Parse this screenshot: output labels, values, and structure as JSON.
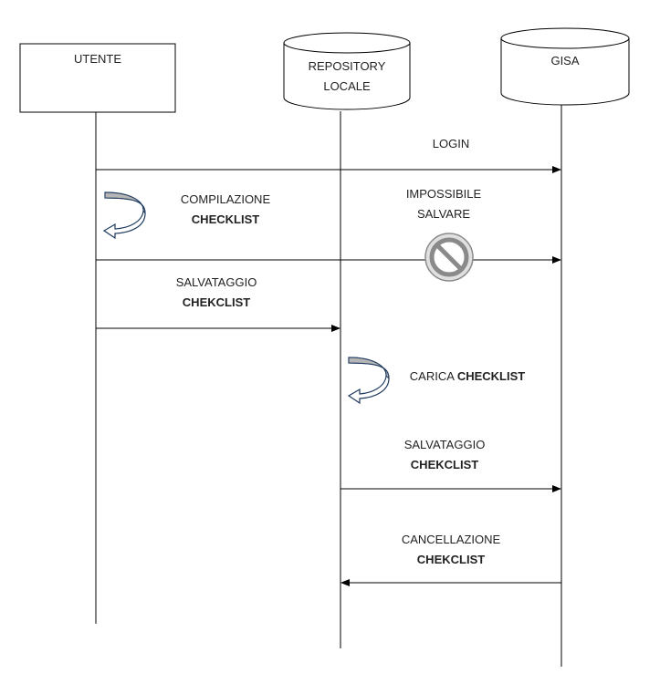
{
  "participants": {
    "user": "UTENTE",
    "repo_line1": "REPOSITORY",
    "repo_line2": "LOCALE",
    "gisa": "GISA"
  },
  "messages": {
    "login": "LOGIN",
    "compile_line1": "COMPILAZIONE",
    "compile_line2": "CHECKLIST",
    "impossible_line1": "IMPOSSIBILE",
    "impossible_line2": "SALVARE",
    "save1_line1": "SALVATAGGIO",
    "save1_line2": "CHEKCLIST",
    "load_prefix": "CARICA",
    "load_bold": "CHECKLIST",
    "save2_line1": "SALVATAGGIO",
    "save2_line2": "CHEKCLIST",
    "delete_line1": "CANCELLAZIONE",
    "delete_line2": "CHEKCLIST"
  }
}
